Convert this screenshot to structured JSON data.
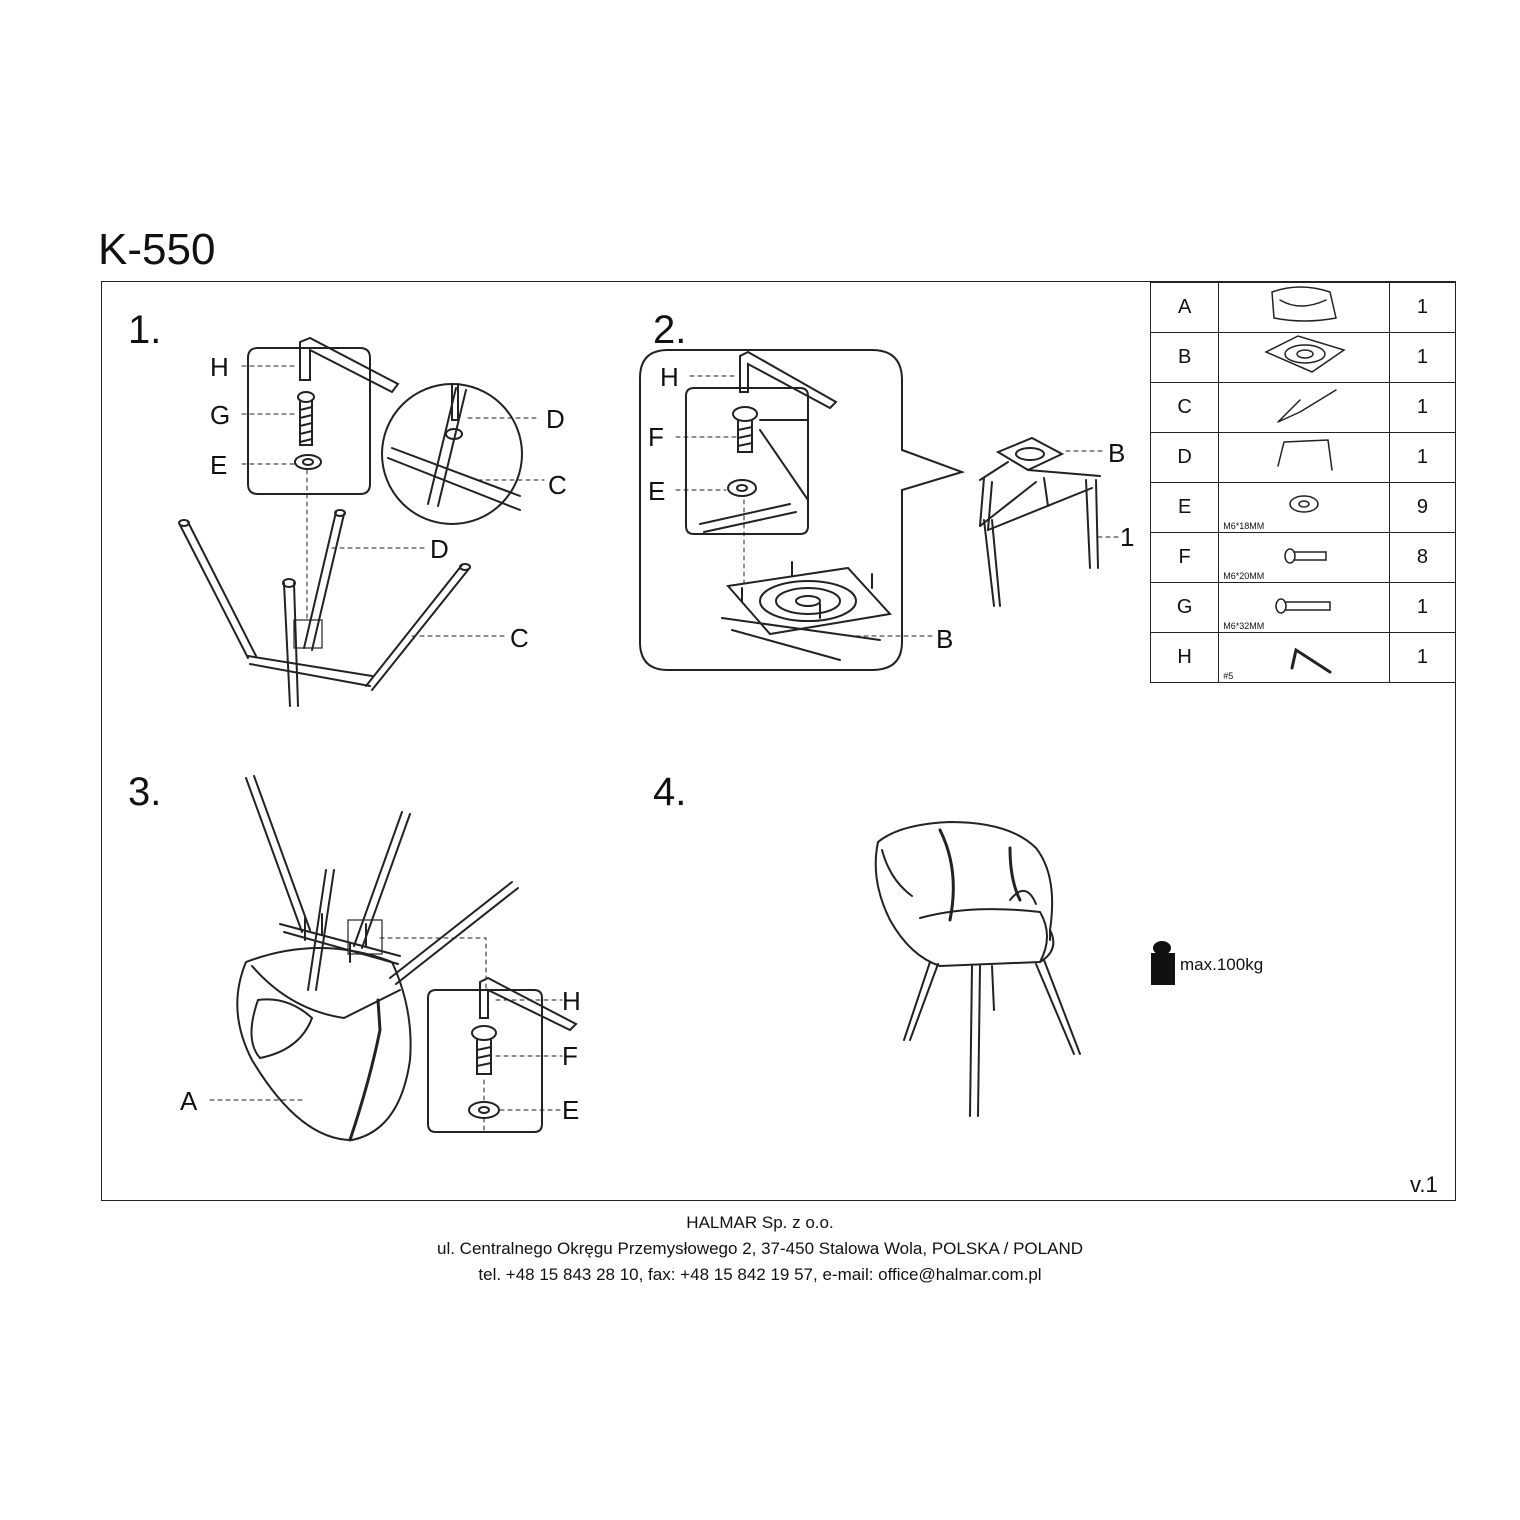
{
  "title": "K-550",
  "steps": [
    "1.",
    "2.",
    "3.",
    "4."
  ],
  "callouts": {
    "step1": [
      "H",
      "G",
      "E",
      "D",
      "C",
      "D",
      "C"
    ],
    "step2": [
      "H",
      "F",
      "E",
      "B",
      "B",
      "1"
    ],
    "step3": [
      "H",
      "F",
      "E",
      "A"
    ]
  },
  "parts": [
    {
      "letter": "A",
      "spec": "",
      "qty": "1",
      "icon": "seat-shell-icon"
    },
    {
      "letter": "B",
      "spec": "",
      "qty": "1",
      "icon": "swivel-plate-icon"
    },
    {
      "letter": "C",
      "spec": "",
      "qty": "1",
      "icon": "leg-pair-c-icon"
    },
    {
      "letter": "D",
      "spec": "",
      "qty": "1",
      "icon": "leg-pair-d-icon"
    },
    {
      "letter": "E",
      "spec": "M6*18MM",
      "qty": "9",
      "icon": "washer-icon"
    },
    {
      "letter": "F",
      "spec": "M6*20MM",
      "qty": "8",
      "icon": "short-bolt-icon"
    },
    {
      "letter": "G",
      "spec": "M6*32MM",
      "qty": "1",
      "icon": "long-bolt-icon"
    },
    {
      "letter": "H",
      "spec": "#5",
      "qty": "1",
      "icon": "allen-key-icon"
    }
  ],
  "weight": "max.100kg",
  "version": "v.1",
  "footer": [
    "HALMAR Sp. z o.o.",
    "ul. Centralnego Okręgu Przemysłowego 2, 37-450 Stalowa Wola, POLSKA / POLAND",
    "tel. +48 15 843 28 10, fax: +48 15 842 19 57, e-mail: office@halmar.com.pl"
  ]
}
